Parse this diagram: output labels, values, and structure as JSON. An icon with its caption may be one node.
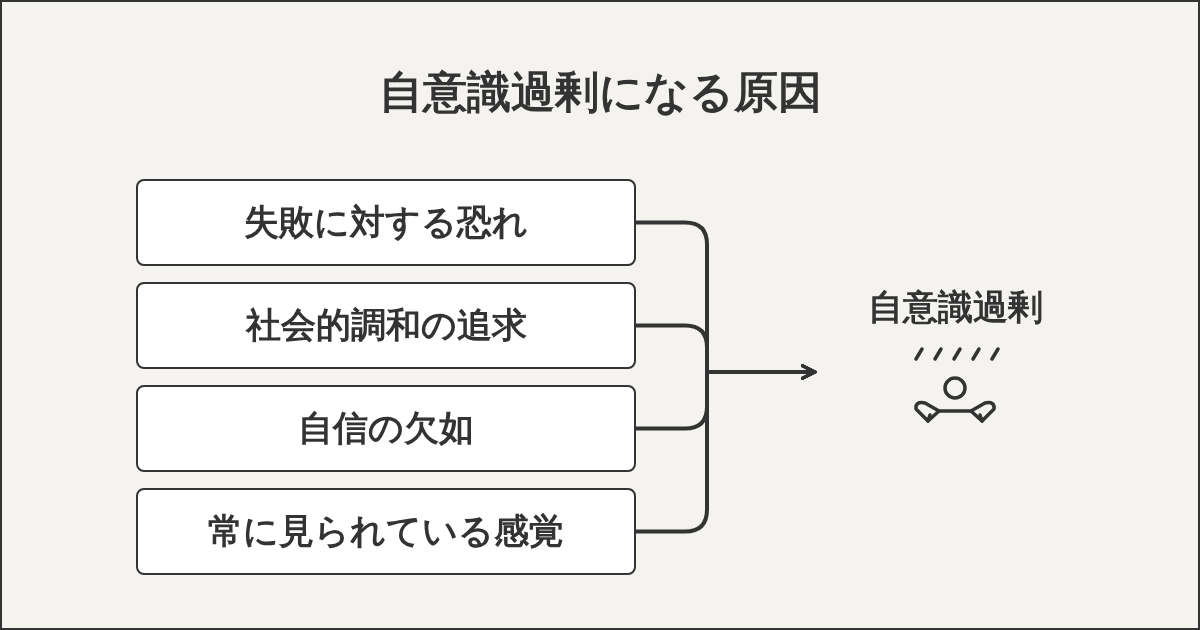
{
  "diagram": {
    "title": "自意識過剰になる原因",
    "nodes": [
      {
        "text": [
          "失敗に対する恐れ"
        ]
      },
      {
        "text": [
          "社会的調和の追求"
        ]
      },
      {
        "text": [
          "自信の欠如"
        ]
      },
      {
        "text": [
          "常に見られている感覚"
        ]
      },
      {
        "text": [
          "自意識過剰"
        ]
      }
    ],
    "edges": [
      {
        "from": 0,
        "to": 4,
        "arrow": "to"
      },
      {
        "from": 1,
        "to": 4,
        "arrow": "to"
      },
      {
        "from": 2,
        "to": 4,
        "arrow": "to"
      },
      {
        "from": 3,
        "to": 4,
        "arrow": "to"
      }
    ]
  }
}
